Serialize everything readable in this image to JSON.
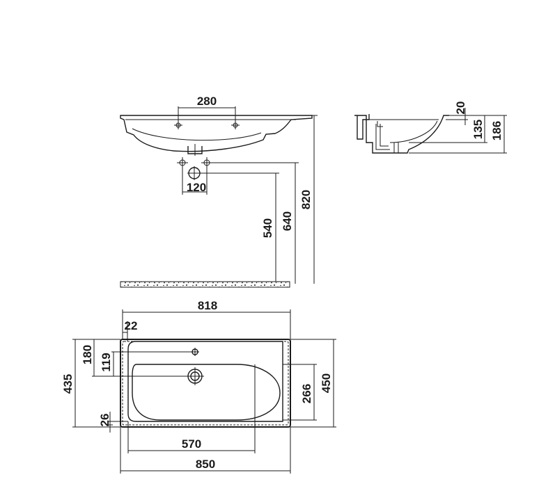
{
  "title": "",
  "front_view": {
    "tap_spacing": "280",
    "waste_spacing": "120",
    "waste_height": "540",
    "supply_height": "640",
    "rim_height": "820"
  },
  "side_view": {
    "rim_thickness": "20",
    "bowl_depth": "135",
    "total_depth": "186"
  },
  "top_view": {
    "inner_width": "818",
    "tap_hole_inset": "22",
    "tap_hole_offset": "180",
    "waste_offset": "119",
    "front_margin": "26",
    "bowl_length": "570",
    "overall_width": "850",
    "overall_depth_left": "435",
    "bowl_depth": "266",
    "overall_depth_right": "450"
  }
}
